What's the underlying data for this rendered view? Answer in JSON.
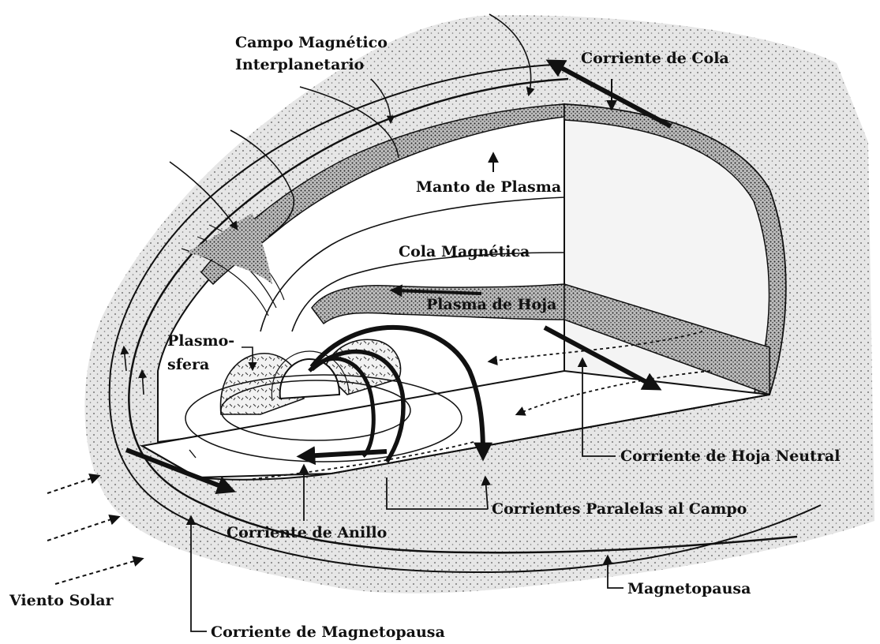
{
  "diagram": {
    "labels": {
      "imf_line1": "Campo Magnético",
      "imf_line2": "Interplanetario",
      "tail_current": "Corriente de Cola",
      "plasma_mantle": "Manto de Plasma",
      "magnetotail": "Cola Magnética",
      "plasma_sheet": "Plasma de Hoja",
      "plasmasphere_line1": "Plasmo-",
      "plasmasphere_line2": "sfera",
      "neutral_sheet_current": "Corriente de Hoja Neutral",
      "field_aligned_currents": "Corrientes Paralelas al Campo",
      "ring_current": "Corriente de Anillo",
      "solar_wind": "Viento Solar",
      "magnetopause": "Magnetopausa",
      "magnetopause_current": "Corriente de Magnetopausa"
    },
    "colors": {
      "ink": "#111111",
      "stipple_fill": "#dcdcdc",
      "dense_fill": "#9a9a9a",
      "background": "#ffffff"
    }
  }
}
